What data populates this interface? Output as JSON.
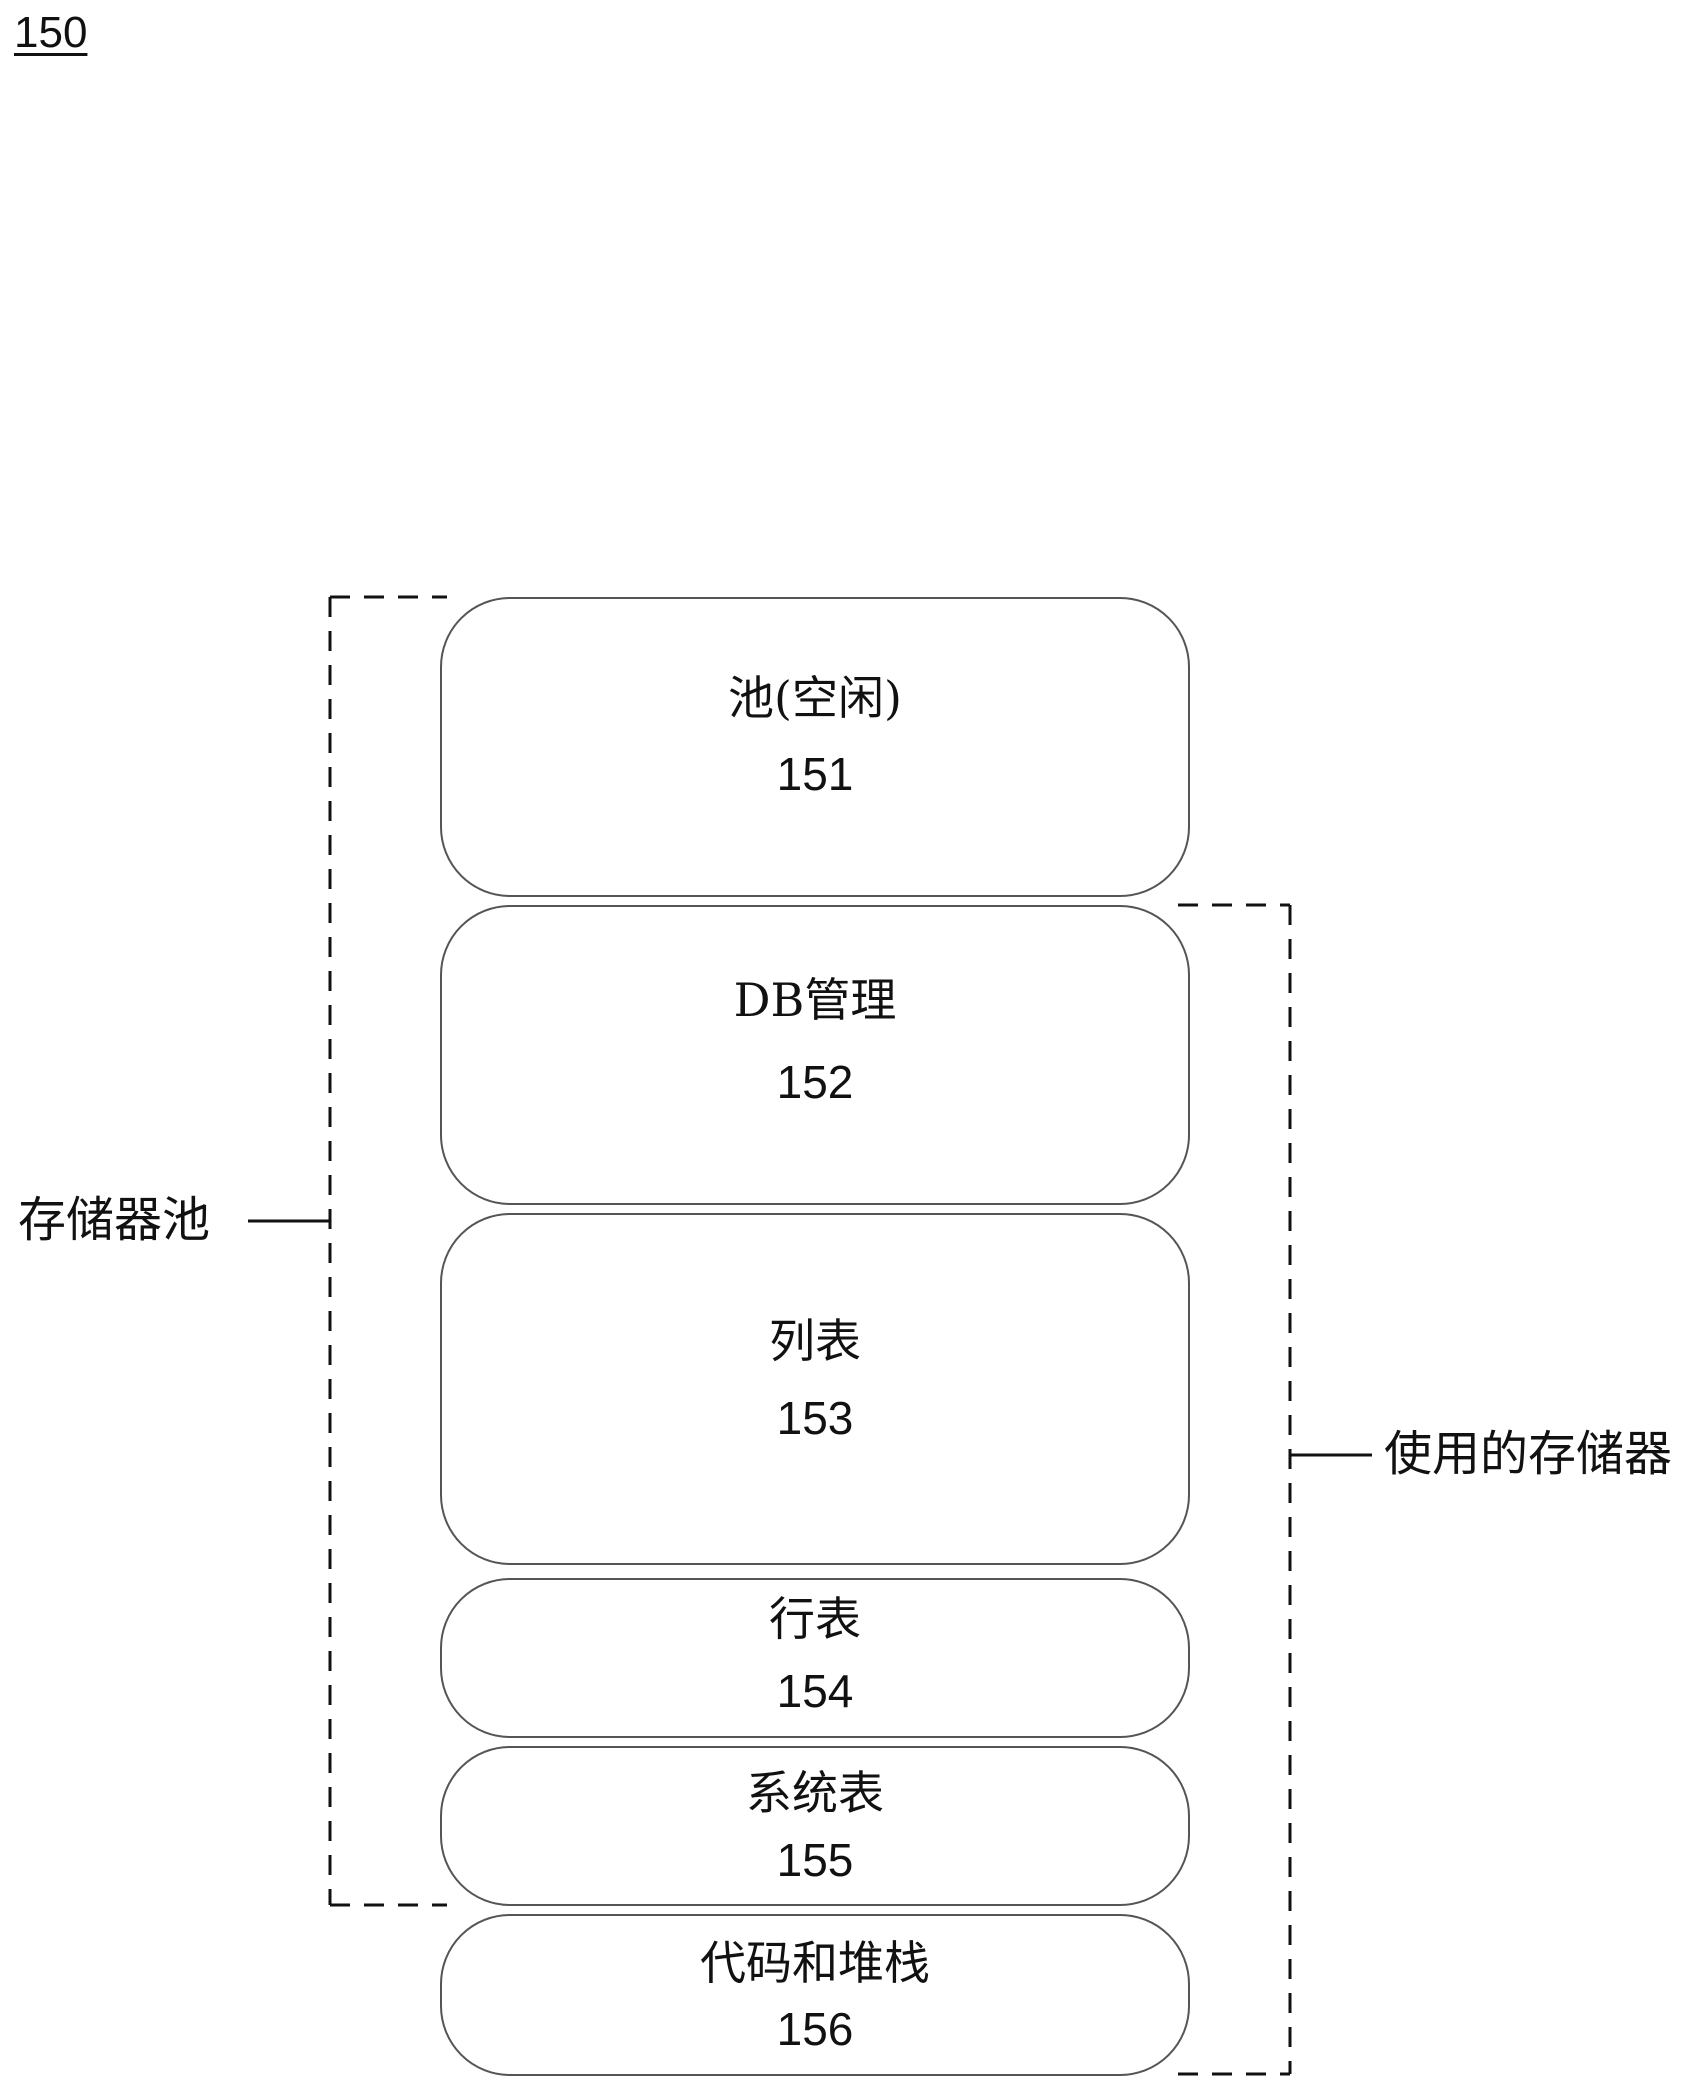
{
  "figure_id": "150",
  "blocks": [
    {
      "label": "池(空闲)",
      "number": "151"
    },
    {
      "label": "DB管理",
      "number": "152"
    },
    {
      "label": "列表",
      "number": "153"
    },
    {
      "label": "行表",
      "number": "154"
    },
    {
      "label": "系统表",
      "number": "155"
    },
    {
      "label": "代码和堆栈",
      "number": "156"
    }
  ],
  "brackets": {
    "memory_pool": "存储器池",
    "used_memory": "使用的存储器"
  }
}
